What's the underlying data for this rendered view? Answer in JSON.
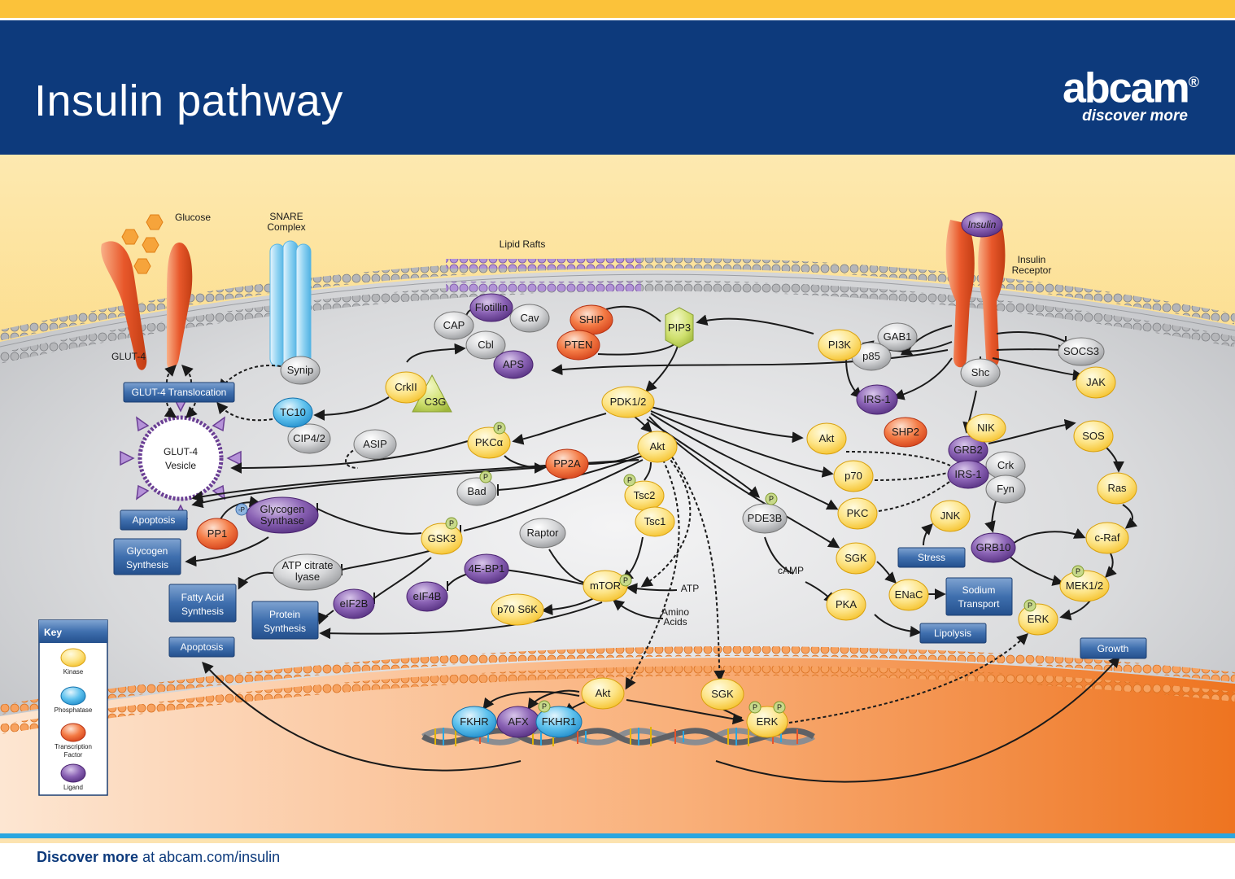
{
  "header": {
    "title": "Insulin pathway",
    "brand": "abcam",
    "registered_mark": "®",
    "tagline": "discover more"
  },
  "footer": {
    "lead": "Discover more",
    "rest": " at abcam.com/insulin"
  },
  "colors": {
    "header_blue": "#0d3a7c",
    "kinase": "#f8cc3c",
    "phosphatase": "#2aa6e0",
    "transcription_factor": "#e8532b",
    "ligand": "#6a3e94",
    "other": "#a9abae",
    "outcome_box": "#3b6aa6",
    "nucleus_orange": "#f28a30"
  },
  "membrane_labels": {
    "glucose": "Glucose",
    "snare_line1": "SNARE",
    "snare_line2": "Complex",
    "lipid_rafts": "Lipid Rafts",
    "insulin": "Insulin",
    "insulin_receptor_line1": "Insulin",
    "insulin_receptor_line2": "Receptor",
    "glut4": "GLUT-4",
    "glut4_vesicle_line1": "GLUT-4",
    "glut4_vesicle_line2": "Vesicle",
    "camp": "cAMP",
    "atp": "ATP",
    "amino_acids_line1": "Amino",
    "amino_acids_line2": "Acids",
    "phos": "P",
    "minus_p": "-P"
  },
  "nodes": {
    "flotillin": "Flotillin",
    "cap": "CAP",
    "cav": "Cav",
    "cbl": "Cbl",
    "aps": "APS",
    "ship": "SHIP",
    "pten": "PTEN",
    "pip3": "PIP3",
    "pi3k": "PI3K",
    "p85": "p85",
    "gab1": "GAB1",
    "socs3": "SOCS3",
    "shc": "Shc",
    "jak": "JAK",
    "irs1_top": "IRS-1",
    "shp2": "SHP2",
    "synip": "Synip",
    "crkii": "CrkII",
    "c3g": "C3G",
    "tc10": "TC10",
    "cip42": "CIP4/2",
    "asip": "ASIP",
    "pdk12": "PDK1/2",
    "pkca": "PKCα",
    "akt_main": "Akt",
    "akt_right": "Akt",
    "pp2a": "PP2A",
    "bad": "Bad",
    "tsc2": "Tsc2",
    "tsc1": "Tsc1",
    "pp1": "PP1",
    "glycogen_synthase_line1": "Glycogen",
    "glycogen_synthase_line2": "Synthase",
    "gsk3": "GSK3",
    "raptor": "Raptor",
    "pde3b": "PDE3B",
    "p70": "p70",
    "pkc": "PKC",
    "sgk_mid": "SGK",
    "pka": "PKA",
    "enac": "ENaC",
    "jnk": "JNK",
    "nik": "NIK",
    "grb2": "GRB2",
    "irs1_mid": "IRS-1",
    "crk": "Crk",
    "fyn": "Fyn",
    "sos": "SOS",
    "ras": "Ras",
    "grb10": "GRB10",
    "craf": "c-Raf",
    "mek12": "MEK1/2",
    "erk_cyto": "ERK",
    "atp_citrate_line1": "ATP citrate",
    "atp_citrate_line2": "lyase",
    "ebp1": "4E-BP1",
    "eif4b": "eIF4B",
    "mtor": "mTOR",
    "eif2b": "eIF2B",
    "p70s6k": "p70 S6K",
    "akt_nuc": "Akt",
    "sgk_nuc": "SGK",
    "erk_nuc": "ERK",
    "fkhr": "FKHR",
    "afx": "AFX",
    "fkhr1": "FKHR1"
  },
  "outcomes": {
    "glut4_translocation": "GLUT-4 Translocation",
    "apoptosis_1": "Apoptosis",
    "glycogen_synthesis_line1": "Glycogen",
    "glycogen_synthesis_line2": "Synthesis",
    "fatty_acid_line1": "Fatty Acid",
    "fatty_acid_line2": "Synthesis",
    "protein_synthesis_line1": "Protein",
    "protein_synthesis_line2": "Synthesis",
    "apoptosis_2": "Apoptosis",
    "stress": "Stress",
    "sodium_transport_line1": "Sodium",
    "sodium_transport_line2": "Transport",
    "lipolysis": "Lipolysis",
    "growth": "Growth"
  },
  "key": {
    "title": "Key",
    "kinase": "Kinase",
    "phosphatase": "Phosphatase",
    "tf_line1": "Transcription",
    "tf_line2": "Factor",
    "ligand": "Ligand"
  }
}
